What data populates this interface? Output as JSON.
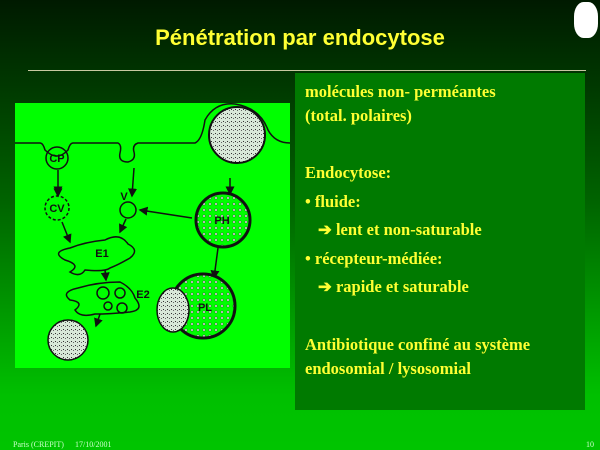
{
  "slide": {
    "title": "Pénétration par endocytose",
    "page_number": "10"
  },
  "footer": {
    "location": "Paris (CREPIT)",
    "date": "17/10/2001"
  },
  "text": {
    "line1": "molécules non- perméantes",
    "line2": "(total. polaires)",
    "heading": "Endocytose:",
    "bullet1": "• fluide:",
    "sub1": "➔ lent et non-saturable",
    "bullet2": "• récepteur-médiée:",
    "sub2": "➔ rapide et saturable",
    "concl1": "Antibiotique confiné au système",
    "concl2": "endosomial / lysosomial"
  },
  "diagram": {
    "labels": {
      "cp": "CP",
      "cv": "CV",
      "v": "V",
      "e1": "E1",
      "e2": "E2",
      "ph": "PH",
      "pl": "PL"
    }
  },
  "colors": {
    "title": "#ffff33",
    "diagram_bg": "#00ff00",
    "textbox": "#007a00"
  }
}
